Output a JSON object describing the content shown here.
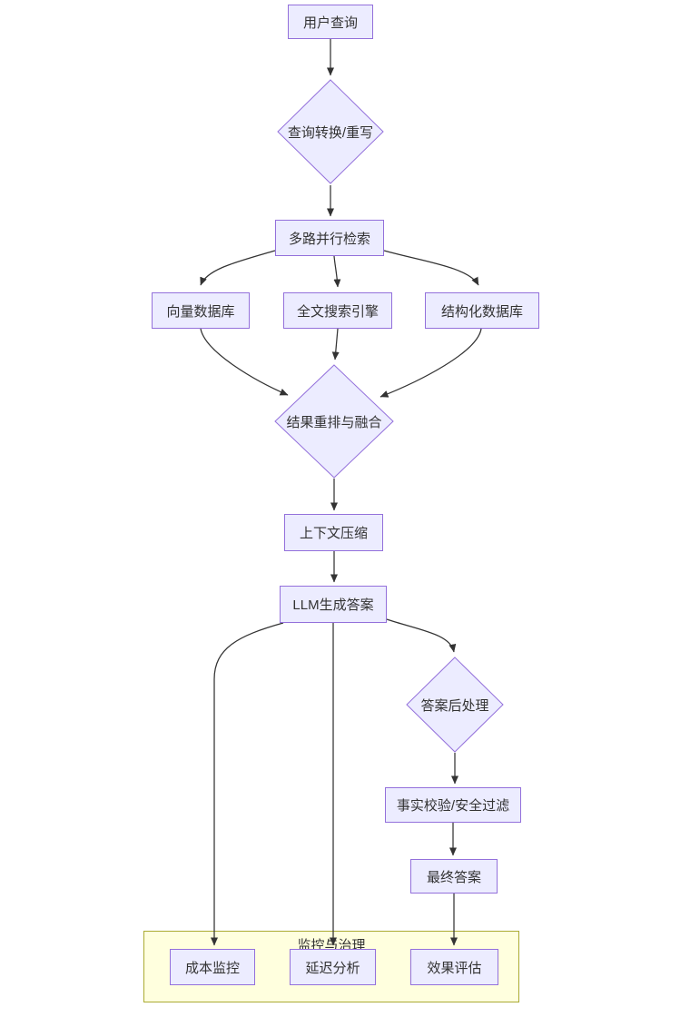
{
  "diagram": {
    "type": "flowchart",
    "colors": {
      "node_fill": "#ECECFF",
      "node_border": "#9370DB",
      "cluster_fill": "#FFFFDE",
      "cluster_border": "#AAAA33",
      "edge_color": "#333333",
      "text_color": "#333333"
    },
    "nodes": {
      "user_query": {
        "label": "用户查询",
        "shape": "rect"
      },
      "query_rewrite": {
        "label": "查询转换/重写",
        "shape": "diamond"
      },
      "multi_retrieval": {
        "label": "多路并行检索",
        "shape": "rect"
      },
      "vector_db": {
        "label": "向量数据库",
        "shape": "rect"
      },
      "fulltext_search": {
        "label": "全文搜索引擎",
        "shape": "rect"
      },
      "structured_db": {
        "label": "结构化数据库",
        "shape": "rect"
      },
      "rerank_fusion": {
        "label": "结果重排与融合",
        "shape": "diamond"
      },
      "context_compress": {
        "label": "上下文压缩",
        "shape": "rect"
      },
      "llm_generate": {
        "label": "LLM生成答案",
        "shape": "rect"
      },
      "post_process": {
        "label": "答案后处理",
        "shape": "diamond"
      },
      "fact_check": {
        "label": "事实校验/安全过滤",
        "shape": "rect"
      },
      "final_answer": {
        "label": "最终答案",
        "shape": "rect"
      },
      "cost_monitor": {
        "label": "成本监控",
        "shape": "rect"
      },
      "latency_analysis": {
        "label": "延迟分析",
        "shape": "rect"
      },
      "effect_eval": {
        "label": "效果评估",
        "shape": "rect"
      }
    },
    "cluster": {
      "label": "监控与治理",
      "children": [
        "cost_monitor",
        "latency_analysis",
        "effect_eval"
      ]
    },
    "edges": [
      {
        "from": "user_query",
        "to": "query_rewrite"
      },
      {
        "from": "query_rewrite",
        "to": "multi_retrieval"
      },
      {
        "from": "multi_retrieval",
        "to": "vector_db"
      },
      {
        "from": "multi_retrieval",
        "to": "fulltext_search"
      },
      {
        "from": "multi_retrieval",
        "to": "structured_db"
      },
      {
        "from": "vector_db",
        "to": "rerank_fusion"
      },
      {
        "from": "fulltext_search",
        "to": "rerank_fusion"
      },
      {
        "from": "structured_db",
        "to": "rerank_fusion"
      },
      {
        "from": "rerank_fusion",
        "to": "context_compress"
      },
      {
        "from": "context_compress",
        "to": "llm_generate"
      },
      {
        "from": "llm_generate",
        "to": "cost_monitor"
      },
      {
        "from": "llm_generate",
        "to": "latency_analysis"
      },
      {
        "from": "llm_generate",
        "to": "post_process"
      },
      {
        "from": "post_process",
        "to": "fact_check"
      },
      {
        "from": "fact_check",
        "to": "final_answer"
      },
      {
        "from": "final_answer",
        "to": "effect_eval"
      }
    ]
  }
}
